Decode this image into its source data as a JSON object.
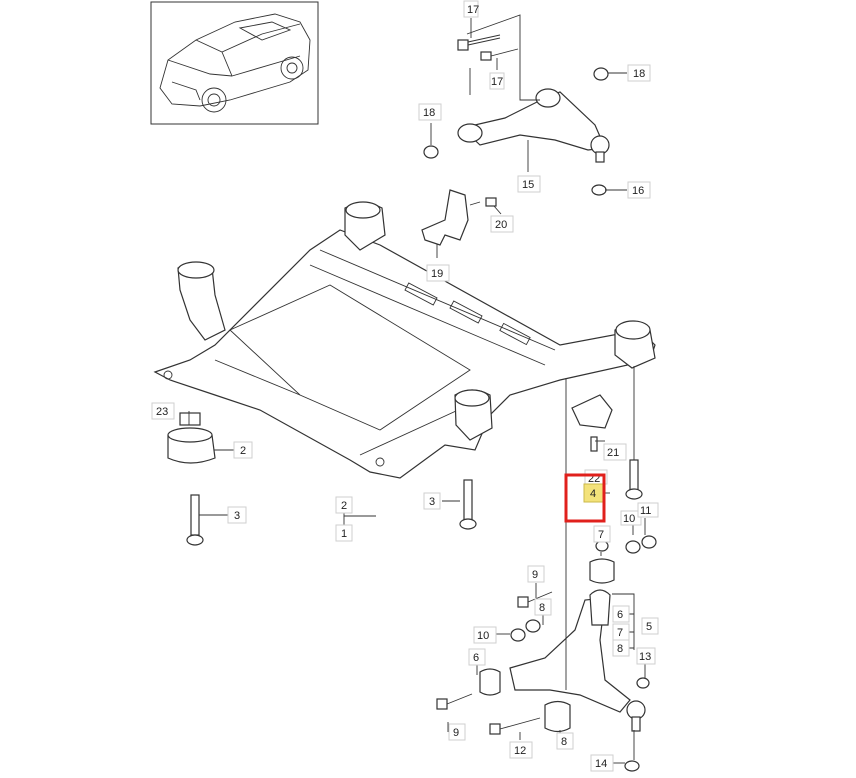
{
  "diagram": {
    "labels": {
      "p1": "1",
      "p2a": "2",
      "p2b": "2",
      "p3a": "3",
      "p3b": "3",
      "p4": "4",
      "p5": "5",
      "p6a": "6",
      "p6b": "6",
      "p7": "7",
      "p8a": "8",
      "p8b": "8",
      "p9a": "9",
      "p9b": "9",
      "p10a": "10",
      "p10b": "10",
      "p11": "11",
      "p12": "12",
      "p13": "13",
      "p14": "14",
      "p15": "15",
      "p16": "16",
      "p17a": "17",
      "p17b": "17",
      "p18a": "18",
      "p18b": "18",
      "p19": "19",
      "p20": "20",
      "p21": "21",
      "p22": "22",
      "p23": "23"
    },
    "highlight_color": "#e0201c",
    "label_highlight_fill": "#f3e27a",
    "highlighted_part": "4"
  }
}
